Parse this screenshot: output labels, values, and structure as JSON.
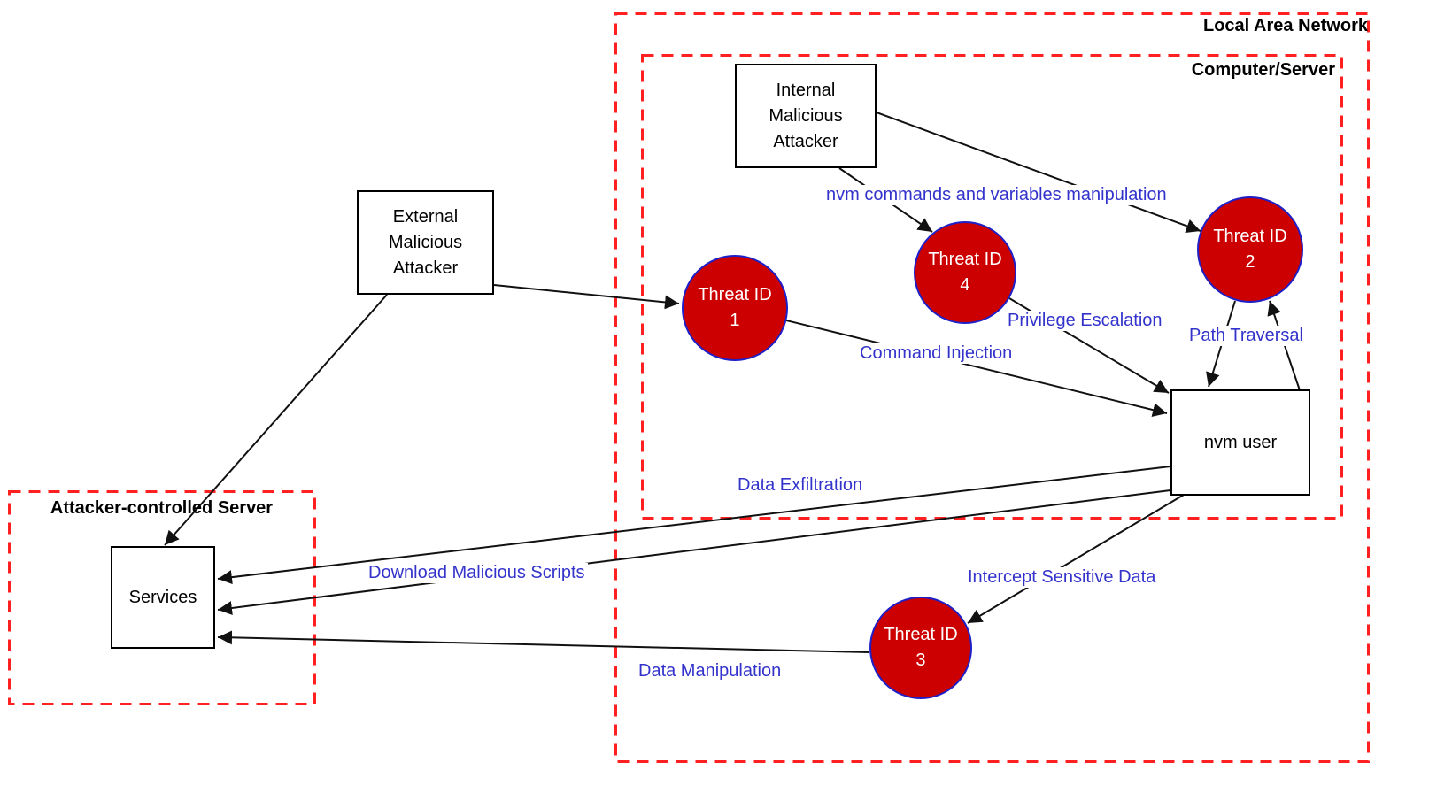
{
  "diagram": {
    "boundaries": {
      "lan": "Local Area Network",
      "computer": "Computer/Server",
      "attacker_server": "Attacker-controlled Server"
    },
    "nodes": {
      "internal_attacker": "Internal\nMalicious\nAttacker",
      "external_attacker": "External\nMalicious\nAttacker",
      "nvm_user": "nvm user",
      "services": "Services",
      "threat1": "Threat ID\n1",
      "threat2": "Threat ID\n2",
      "threat3": "Threat ID\n3",
      "threat4": "Threat ID\n4"
    },
    "edge_labels": {
      "nvm_commands": "nvm commands and variables manipulation",
      "privilege_escalation": "Privilege Escalation",
      "path_traversal": "Path Traversal",
      "command_injection": "Command Injection",
      "data_exfiltration": "Data Exfiltration",
      "download_malicious_scripts": "Download Malicious Scripts",
      "intercept_sensitive_data": "Intercept Sensitive Data",
      "data_manipulation": "Data Manipulation"
    },
    "colors": {
      "boundary_red": "#ff2121",
      "threat_fill": "#cc0000",
      "threat_stroke": "#1f1fc8",
      "edge_label_blue": "#3333cc",
      "line_black": "#111111"
    }
  }
}
